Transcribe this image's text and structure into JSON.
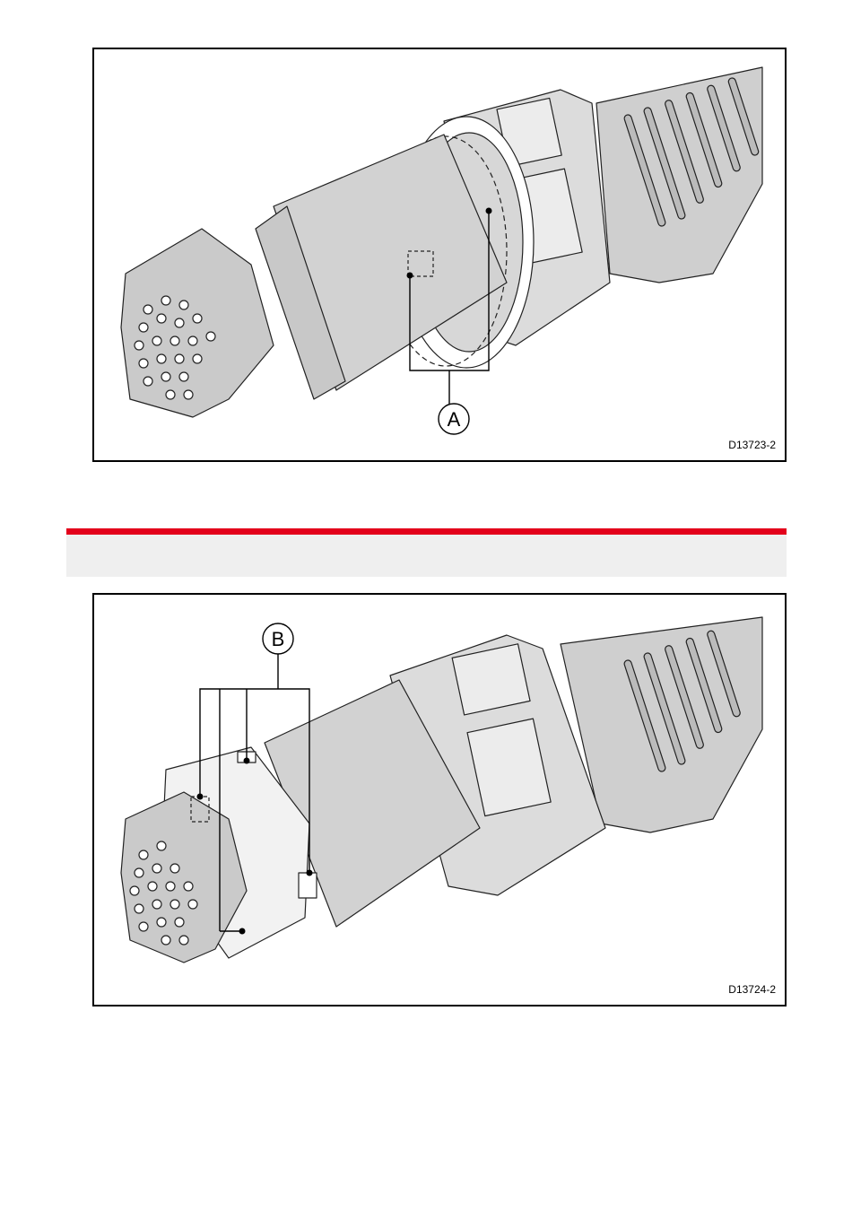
{
  "figures": [
    {
      "code": "D13723-2",
      "callout": "A"
    },
    {
      "code": "D13724-2",
      "callout": "B"
    }
  ],
  "colors": {
    "section_rule": "#e3001b",
    "section_band": "#efefef",
    "part_fill": "#d7d7d7",
    "part_fill_dark": "#bdbdbd"
  }
}
